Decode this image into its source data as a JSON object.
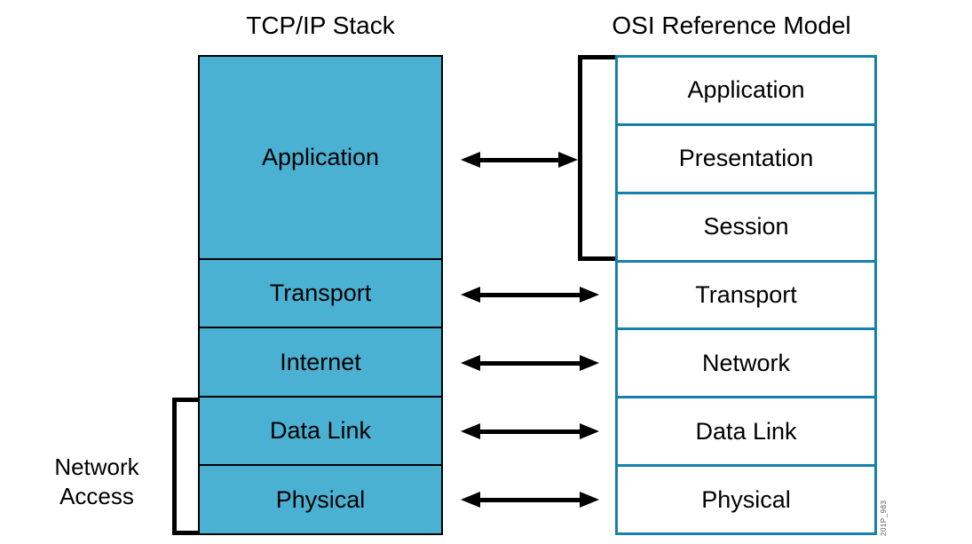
{
  "diagram": {
    "left_stack": {
      "title": "TCP/IP Stack",
      "layers": [
        "Application",
        "Transport",
        "Internet",
        "Data Link",
        "Physical"
      ]
    },
    "right_stack": {
      "title": "OSI Reference Model",
      "layers": [
        "Application",
        "Presentation",
        "Session",
        "Transport",
        "Network",
        "Data Link",
        "Physical"
      ]
    },
    "annotations": {
      "network_access_lines": [
        "Network",
        "Access"
      ],
      "watermark": "201P_983"
    },
    "colors": {
      "tcpip_fill": "#4AB1D3",
      "osi_border": "#1580AD",
      "ink": "#000000",
      "background": "#FFFFFF",
      "watermark_color": "#555555"
    }
  }
}
